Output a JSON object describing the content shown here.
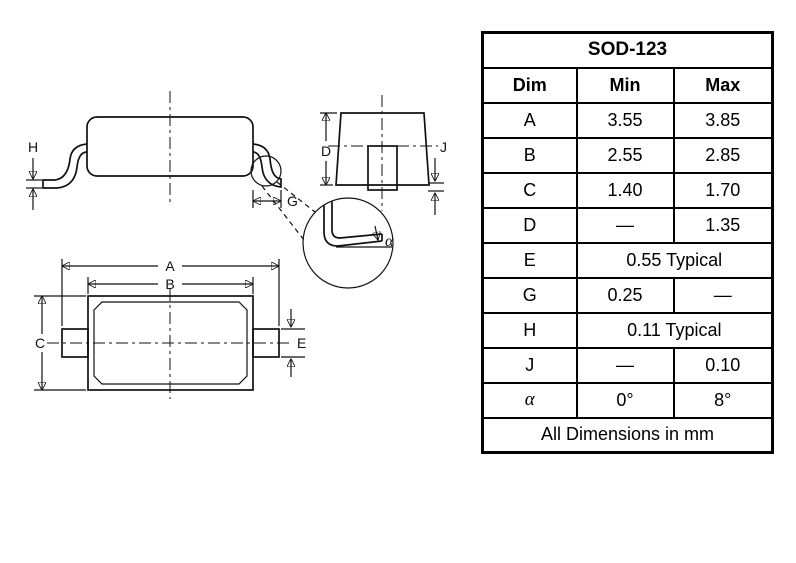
{
  "colors": {
    "line": "#111111",
    "background": "#ffffff"
  },
  "diagram": {
    "labels": {
      "a": "A",
      "b": "B",
      "c": "C",
      "d": "D",
      "e": "E",
      "g": "G",
      "h": "H",
      "j": "J",
      "alpha": "α"
    }
  },
  "table": {
    "title": "SOD-123",
    "headers": [
      "Dim",
      "Min",
      "Max"
    ],
    "rows": [
      {
        "dim": "A",
        "min": "3.55",
        "max": "3.85"
      },
      {
        "dim": "B",
        "min": "2.55",
        "max": "2.85"
      },
      {
        "dim": "C",
        "min": "1.40",
        "max": "1.70"
      },
      {
        "dim": "D",
        "min": "—",
        "max": "1.35"
      },
      {
        "dim": "E",
        "span": "0.55 Typical"
      },
      {
        "dim": "G",
        "min": "0.25",
        "max": "—"
      },
      {
        "dim": "H",
        "span": "0.11 Typical"
      },
      {
        "dim": "J",
        "min": "—",
        "max": "0.10"
      },
      {
        "dim": "α",
        "min": "0°",
        "max": "8°"
      }
    ],
    "footer": "All Dimensions in mm"
  }
}
